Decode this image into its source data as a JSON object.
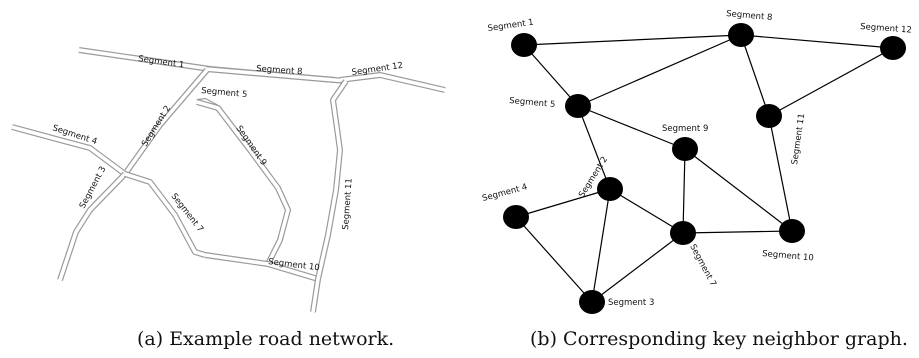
{
  "road_network": {
    "caption": "(a)  Example road network.",
    "segments": [
      {
        "id": "s1",
        "label": "Segment 1"
      },
      {
        "id": "s2",
        "label": "Segment 2"
      },
      {
        "id": "s3",
        "label": "Segment 3"
      },
      {
        "id": "s4",
        "label": "Segment 4"
      },
      {
        "id": "s5",
        "label": "Segment 5"
      },
      {
        "id": "s7",
        "label": "Segment 7"
      },
      {
        "id": "s8",
        "label": "Segment 8"
      },
      {
        "id": "s9",
        "label": "Segment 9"
      },
      {
        "id": "s10",
        "label": "Segment 10"
      },
      {
        "id": "s11",
        "label": "Segment 11"
      },
      {
        "id": "s12",
        "label": "Segment 12"
      }
    ]
  },
  "neighbor_graph": {
    "caption": "(b)  Corresponding key neighbor graph.",
    "nodes": [
      {
        "id": "n1",
        "label": "Segment 1"
      },
      {
        "id": "n2",
        "label": "Segment 2"
      },
      {
        "id": "n3",
        "label": "Segment 3"
      },
      {
        "id": "n4",
        "label": "Segment 4"
      },
      {
        "id": "n5",
        "label": "Segment 5"
      },
      {
        "id": "n7",
        "label": "Segment 7"
      },
      {
        "id": "n8",
        "label": "Segment 8"
      },
      {
        "id": "n9",
        "label": "Segment 9"
      },
      {
        "id": "n10",
        "label": "Segment 10"
      },
      {
        "id": "n11",
        "label": "Segment 11"
      },
      {
        "id": "n12",
        "label": "Segment 12"
      }
    ],
    "edges": [
      [
        "n1",
        "n8"
      ],
      [
        "n8",
        "n12"
      ],
      [
        "n1",
        "n5"
      ],
      [
        "n5",
        "n8"
      ],
      [
        "n8",
        "n11"
      ],
      [
        "n11",
        "n12"
      ],
      [
        "n11",
        "n10"
      ],
      [
        "n5",
        "n9"
      ],
      [
        "n5",
        "n2"
      ],
      [
        "n2",
        "n4"
      ],
      [
        "n2",
        "n3"
      ],
      [
        "n2",
        "n7"
      ],
      [
        "n4",
        "n3"
      ],
      [
        "n3",
        "n7"
      ],
      [
        "n9",
        "n7"
      ],
      [
        "n9",
        "n10"
      ],
      [
        "n7",
        "n10"
      ]
    ]
  }
}
